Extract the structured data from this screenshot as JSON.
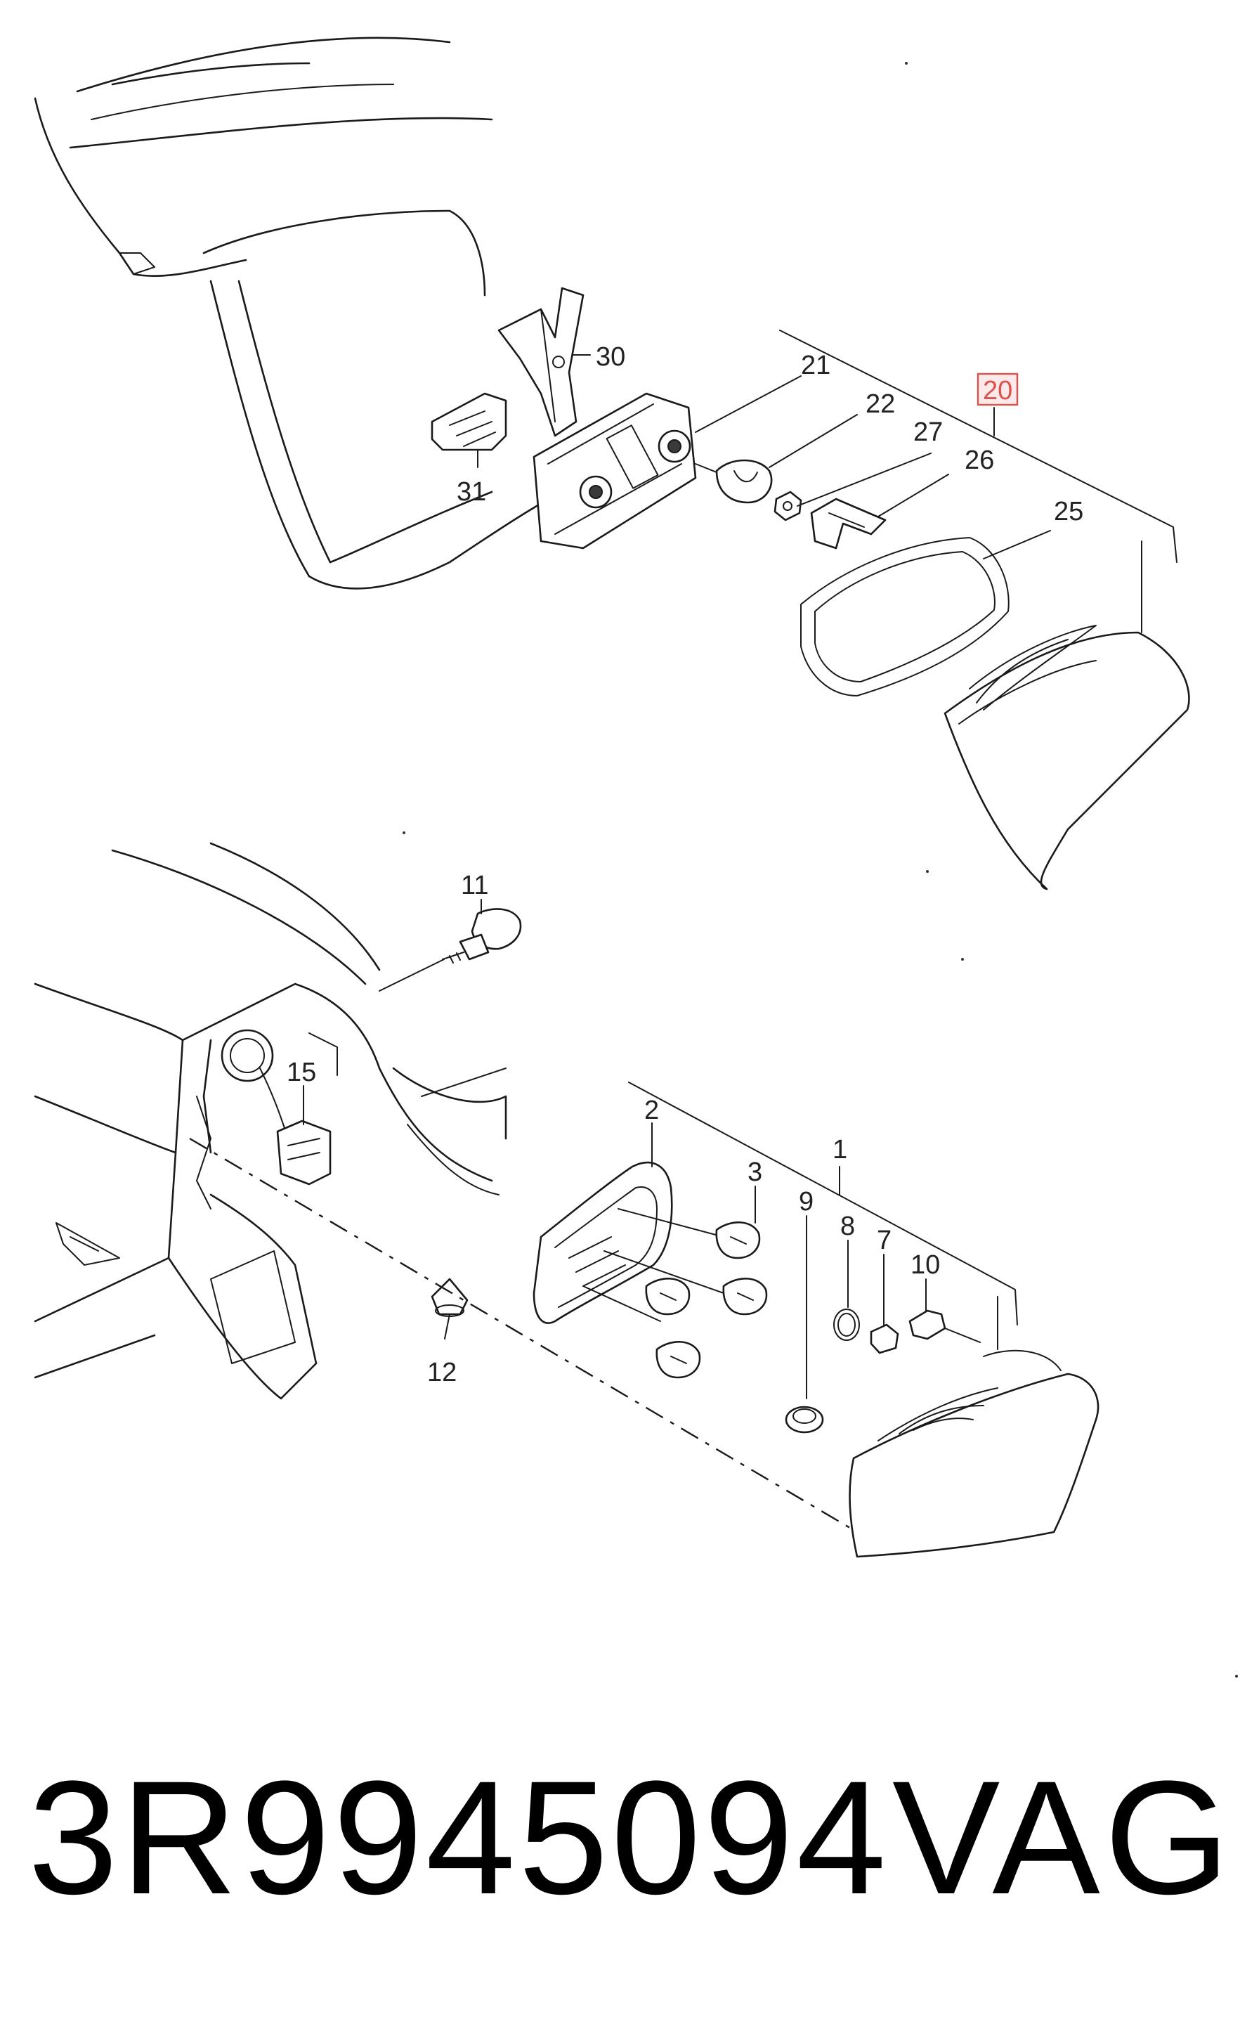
{
  "diagram": {
    "callouts": {
      "c1": "1",
      "c2": "2",
      "c3": "3",
      "c7": "7",
      "c8": "8",
      "c9": "9",
      "c10": "10",
      "c11": "11",
      "c12": "12",
      "c15": "15",
      "c20": "20",
      "c21": "21",
      "c22": "22",
      "c25": "25",
      "c26": "26",
      "c27": "27",
      "c30": "30",
      "c31": "31"
    },
    "highlighted_callout": "20",
    "highlight_color": "#d9534f"
  },
  "footer": {
    "part_number": "3R9945094",
    "brand": "VAG"
  }
}
